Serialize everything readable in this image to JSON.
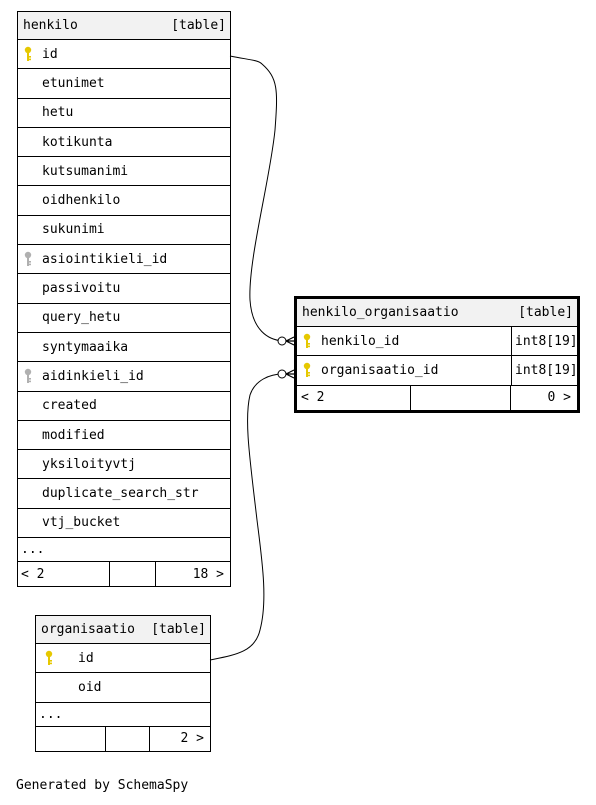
{
  "tables": {
    "henkilo": {
      "name": "henkilo",
      "tag": "[table]",
      "columns": [
        {
          "name": "id",
          "key": "primary"
        },
        {
          "name": "etunimet",
          "key": ""
        },
        {
          "name": "hetu",
          "key": ""
        },
        {
          "name": "kotikunta",
          "key": ""
        },
        {
          "name": "kutsumanimi",
          "key": ""
        },
        {
          "name": "oidhenkilo",
          "key": ""
        },
        {
          "name": "sukunimi",
          "key": ""
        },
        {
          "name": "asiointikieli_id",
          "key": "foreign"
        },
        {
          "name": "passivoitu",
          "key": ""
        },
        {
          "name": "query_hetu",
          "key": ""
        },
        {
          "name": "syntymaaika",
          "key": ""
        },
        {
          "name": "aidinkieli_id",
          "key": "foreign"
        },
        {
          "name": "created",
          "key": ""
        },
        {
          "name": "modified",
          "key": ""
        },
        {
          "name": "yksiloityvtj",
          "key": ""
        },
        {
          "name": "duplicate_search_str",
          "key": ""
        },
        {
          "name": "vtj_bucket",
          "key": ""
        }
      ],
      "ellipsis": "...",
      "footer": {
        "left": "< 2",
        "right": "18 >"
      }
    },
    "henkilo_organisaatio": {
      "name": "henkilo_organisaatio",
      "tag": "[table]",
      "columns": [
        {
          "name": "henkilo_id",
          "type": "int8[19]",
          "key": "primary"
        },
        {
          "name": "organisaatio_id",
          "type": "int8[19]",
          "key": "primary"
        }
      ],
      "footer": {
        "left": "< 2",
        "right": "0 >"
      }
    },
    "organisaatio": {
      "name": "organisaatio",
      "tag": "[table]",
      "columns": [
        {
          "name": "id",
          "key": "primary"
        },
        {
          "name": "oid",
          "key": ""
        }
      ],
      "ellipsis": "...",
      "footer": {
        "left": "",
        "right": "2 >"
      }
    }
  },
  "generated_by": "Generated by SchemaSpy",
  "colors": {
    "primary_key": "#e6c800",
    "foreign_key": "#b0b0b0",
    "header_bg": "#f2f2f2"
  }
}
